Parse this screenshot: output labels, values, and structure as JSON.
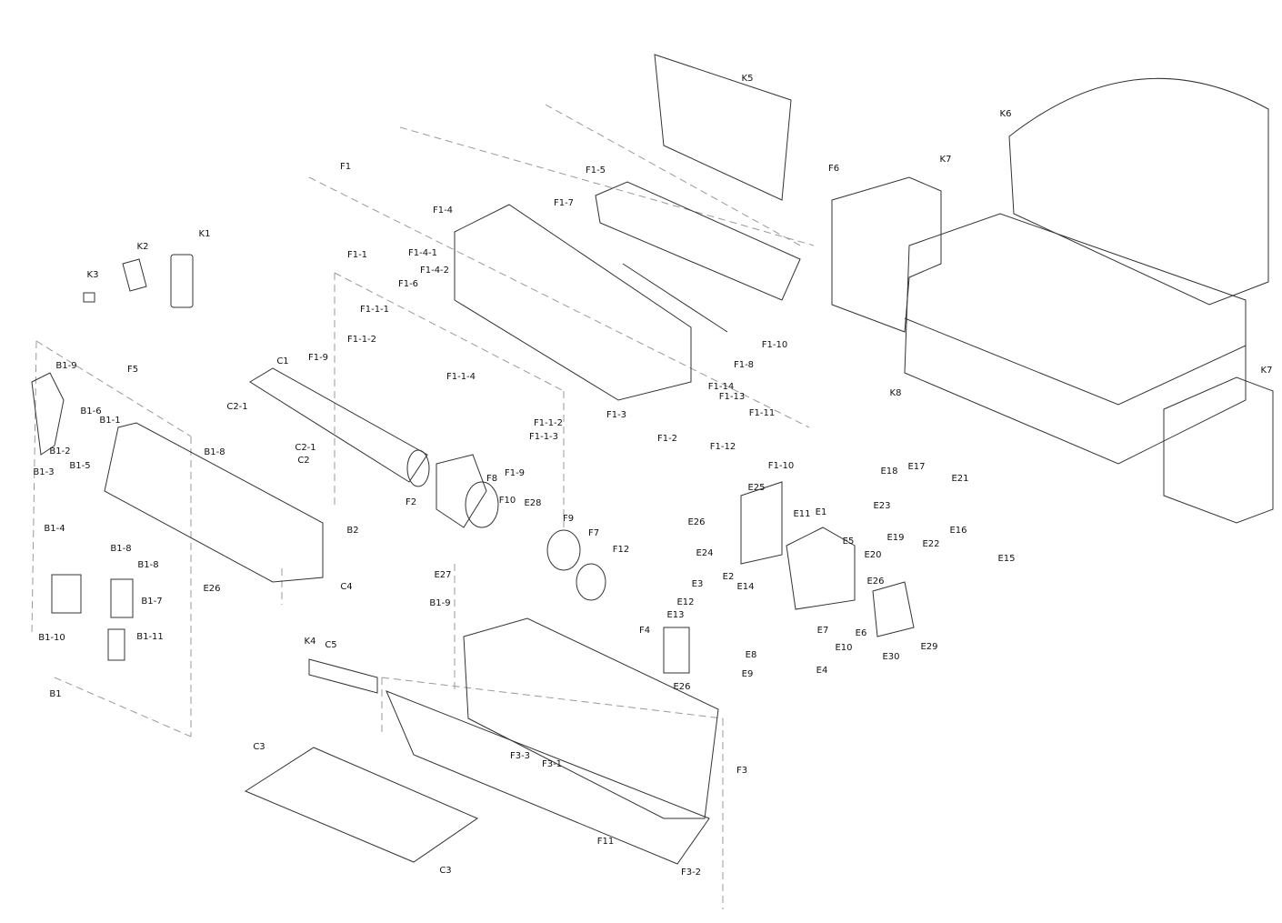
{
  "diagram": {
    "title": "Air conditioner exploded parts diagram",
    "labels": [
      "K5",
      "K6",
      "K7",
      "F6",
      "F1",
      "F1-5",
      "F1-7",
      "F1-4",
      "K2",
      "K1",
      "F1-4-1",
      "F1-4-2",
      "K3",
      "F1-1",
      "F1-6",
      "F1-1-1",
      "F1-10",
      "F1-1-2",
      "F1-8",
      "K8",
      "K7",
      "B1-9",
      "F5",
      "C1",
      "F1-9",
      "F1-1-4",
      "F1-14",
      "F1-13",
      "C2-1",
      "B1-6",
      "B1-1",
      "F1-3",
      "F1-1-2",
      "F1-11",
      "F1-1-3",
      "F1-2",
      "F1-12",
      "B1-2",
      "B1-3",
      "B1-5",
      "B1-8",
      "C2-1",
      "C2",
      "F1-10",
      "F1-9",
      "E18",
      "E17",
      "E21",
      "F8",
      "E25",
      "F2",
      "F10",
      "E28",
      "E26",
      "E11",
      "E1",
      "E23",
      "E16",
      "E22",
      "E19",
      "F9",
      "F7",
      "E5",
      "B2",
      "E24",
      "E20",
      "E15",
      "B1-4",
      "F12",
      "E2",
      "B1-8",
      "B1-8",
      "E26",
      "E27",
      "E26",
      "E3",
      "E14",
      "B1-7",
      "C4",
      "B1-9",
      "E12",
      "E13",
      "E7",
      "F4",
      "B1-10",
      "B1-11",
      "E10",
      "E6",
      "E29",
      "E30",
      "K4",
      "C5",
      "E8",
      "E4",
      "E9",
      "E26",
      "B1",
      "C3",
      "F3-3",
      "F3-1",
      "F3",
      "F11",
      "C3",
      "F3-2"
    ]
  }
}
